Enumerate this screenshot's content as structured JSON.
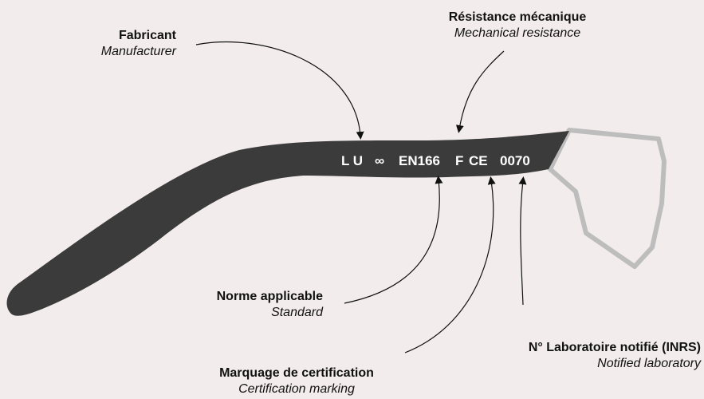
{
  "labels": {
    "manufacturer": {
      "fr": "Fabricant",
      "en": "Manufacturer"
    },
    "mechanical": {
      "fr": "Résistance mécanique",
      "en": "Mechanical resistance"
    },
    "standard": {
      "fr": "Norme applicable",
      "en": "Standard"
    },
    "certification": {
      "fr": "Marquage de certification",
      "en": "Certification marking"
    },
    "laboratory": {
      "fr": "N° Laboratoire notifié (INRS)",
      "en": "Notified laboratory"
    }
  },
  "marking": {
    "maker": "L U",
    "symbol": "∞",
    "standard": "EN166",
    "resistance": "F",
    "ce": "CE",
    "lab_number": "0070"
  },
  "colors": {
    "background": "#f3ecec",
    "temple": "#3b3b3b",
    "frame": "#bdbdbd",
    "text": "#111111",
    "marking_text": "#ffffff"
  }
}
